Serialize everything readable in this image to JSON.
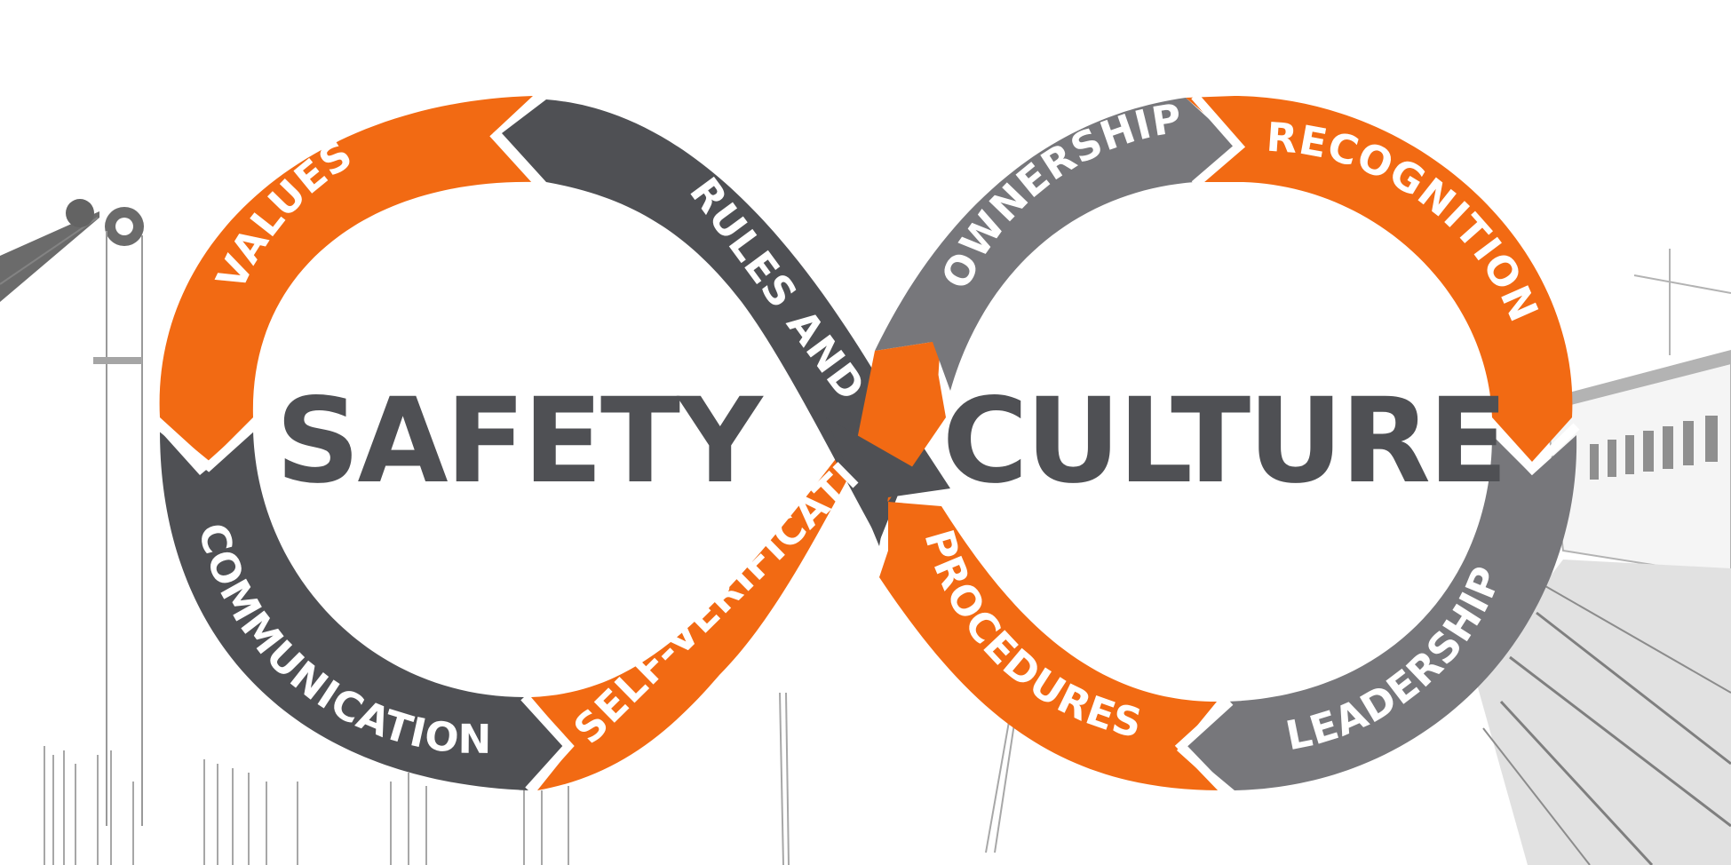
{
  "diagram": {
    "left_word": "SAFETY",
    "right_word": "CULTURE",
    "segments": [
      {
        "id": "values",
        "label": "VALUES"
      },
      {
        "id": "rules",
        "label": "RULES AND"
      },
      {
        "id": "communication",
        "label": "COMMUNICATION"
      },
      {
        "id": "self-verification",
        "label": "SELF-VERIFICATI"
      },
      {
        "id": "ownership",
        "label": "OWNERSHIP"
      },
      {
        "id": "recognition",
        "label": "RECOGNITION"
      },
      {
        "id": "procedures",
        "label": "PROCEDURES"
      },
      {
        "id": "leadership",
        "label": "LEADERSHIP"
      }
    ]
  },
  "colors": {
    "orange": "#f26a13",
    "dark_grey": "#4f5054",
    "mid_grey": "#77777b",
    "background": "#ffffff"
  }
}
